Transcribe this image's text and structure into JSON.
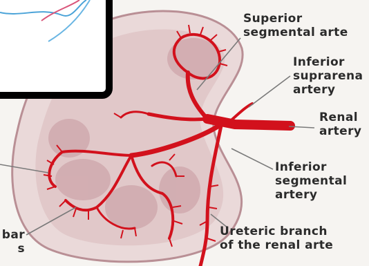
{
  "labels": {
    "superior_segmental": [
      "Superior",
      "segmental arte"
    ],
    "inferior_suprarenal": [
      "Inferior",
      "suprarena",
      "artery"
    ],
    "renal": [
      "Renal",
      "artery"
    ],
    "inferior_segmental": [
      "Inferior",
      "segmental",
      "artery"
    ],
    "ureteric": [
      "Ureteric branch",
      "of the renal arte"
    ],
    "left_lower": [
      "bar",
      "s"
    ]
  },
  "colors": {
    "background": "#f6f4f1",
    "kidney": "#e9dada",
    "cortex": "#cfa9ac",
    "artery": "#d2111c",
    "leader": "#7a7a7a",
    "inset_frame": "#000000",
    "inset_line_blue": "#4aa3d8",
    "inset_line_pink": "#d9557a"
  }
}
